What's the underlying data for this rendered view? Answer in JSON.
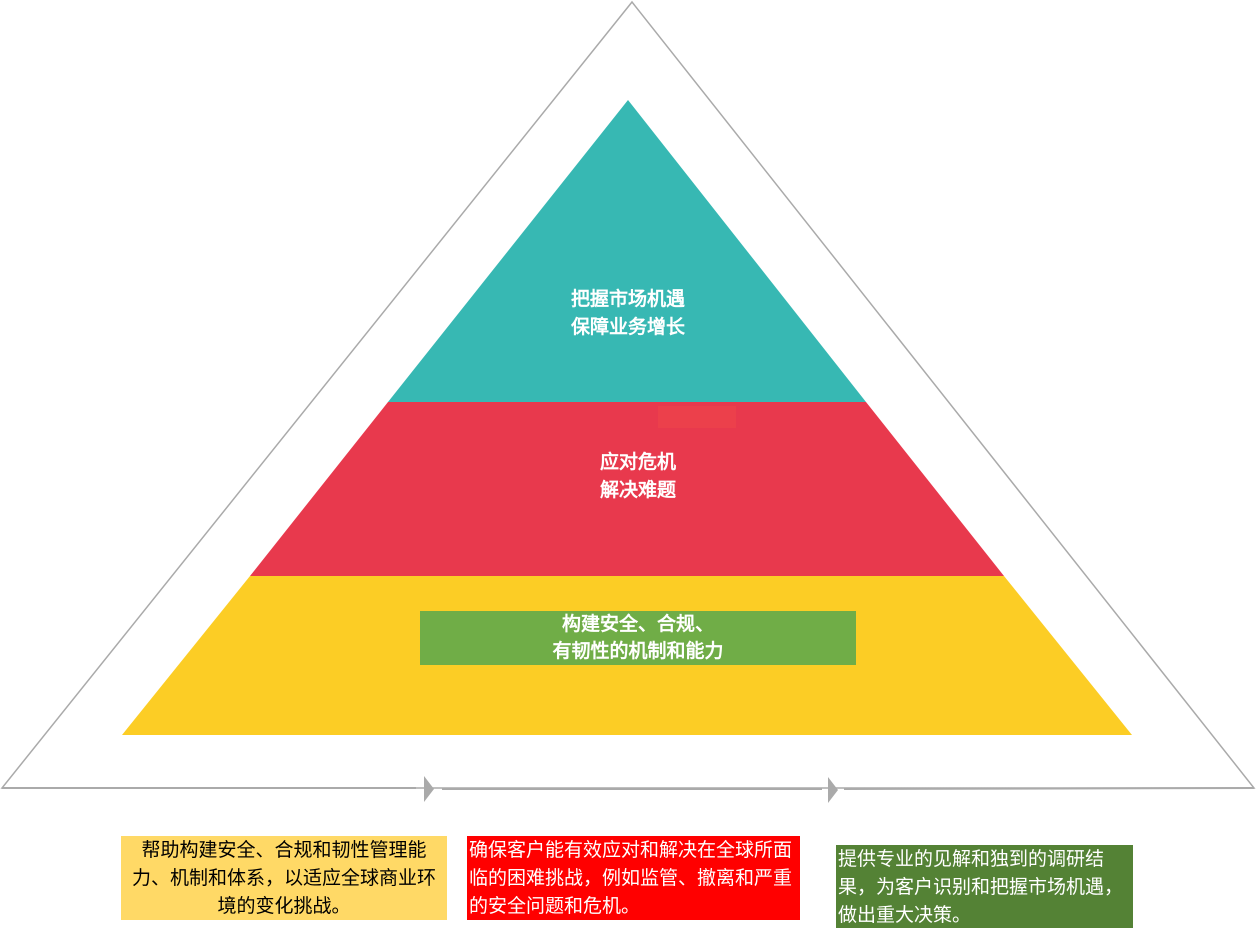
{
  "pyramid": {
    "top": {
      "line1": "把握市场机遇",
      "line2": "保障业务增长",
      "color": "#37b8b3"
    },
    "middle": {
      "line1": "应对危机",
      "line2": "解决难题",
      "color": "#e8394d"
    },
    "bottom": {
      "line1": "构建安全、合规、",
      "line2": "有韧性的机制和能力",
      "color": "#fccd25",
      "label_bg": "#70ad47"
    }
  },
  "descriptions": [
    {
      "text": "帮助构建安全、合规和韧性管理能力、机制和体系，以适应全球商业环境的变化挑战。",
      "bg": "#ffd966",
      "fg": "#000000"
    },
    {
      "text": "确保客户能有效应对和解决在全球所面临的困难挑战，例如监管、撤离和严重的安全问题和危机。",
      "bg": "#ff0000",
      "fg": "#ffffff"
    },
    {
      "text": "提供专业的见解和独到的调研结果，为客户识别和把握市场机遇，做出重大决策。",
      "bg": "#548235",
      "fg": "#ffffff"
    }
  ]
}
